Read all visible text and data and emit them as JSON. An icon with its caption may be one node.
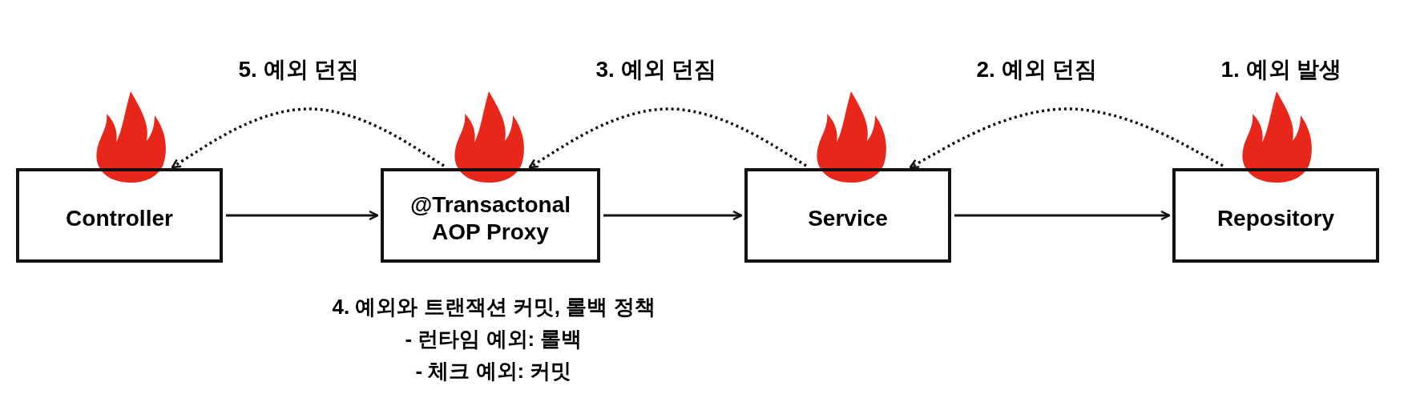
{
  "diagram": {
    "nodes": [
      {
        "text": [
          "Controller"
        ]
      },
      {
        "text": [
          "@Transactonal AOP Proxy"
        ]
      },
      {
        "text": [
          "Service"
        ]
      },
      {
        "text": [
          "Repository"
        ]
      }
    ],
    "edges": [
      {
        "from": 0,
        "to": 1,
        "arrow": "to"
      },
      {
        "from": 1,
        "to": 2,
        "arrow": "to"
      },
      {
        "from": 2,
        "to": 3,
        "arrow": "to"
      },
      {
        "from": 3,
        "to": 2,
        "arrow": "to",
        "style": "dashed",
        "label": "2. 예외 던짐"
      },
      {
        "from": 2,
        "to": 1,
        "arrow": "to",
        "style": "dashed",
        "label": "3. 예외 던짐"
      },
      {
        "from": 1,
        "to": 0,
        "arrow": "to",
        "style": "dashed",
        "label": "5. 예외 던짐"
      }
    ],
    "labels": [
      "1. 예외 발생",
      "4. 예외와 트랜잭션 커밋, 롤백 정책",
      "- 런타임 예외: 롤백",
      "- 체크 예외: 커밋"
    ]
  }
}
